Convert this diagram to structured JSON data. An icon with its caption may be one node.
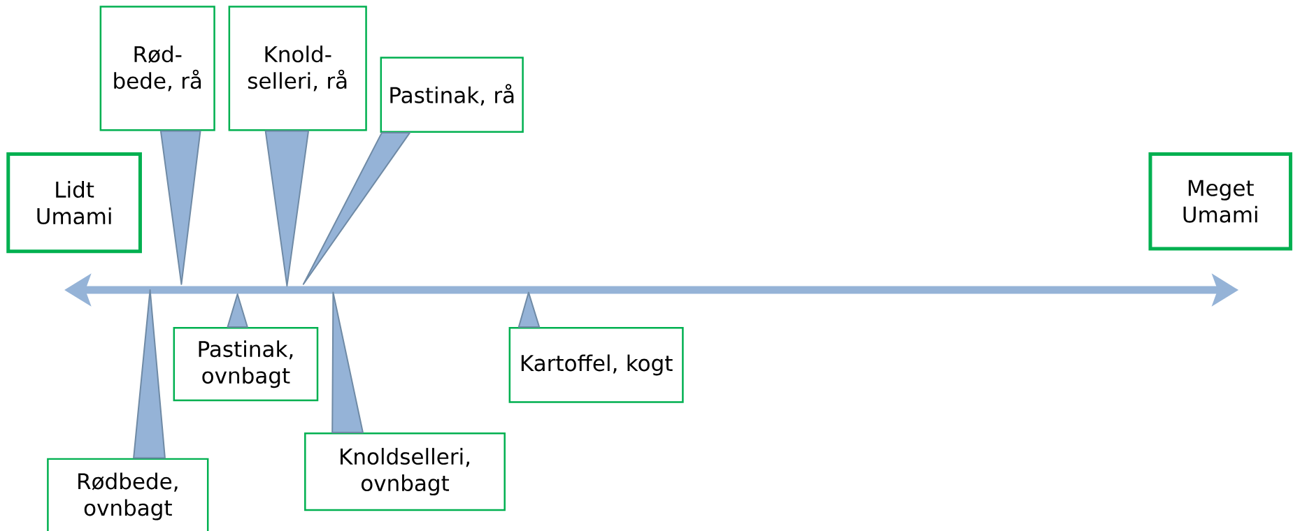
{
  "diagram": {
    "nodes": [
      {
        "text": [
          "Rød- bede, rå"
        ]
      },
      {
        "text": [
          "Knold- selleri, rå"
        ]
      },
      {
        "text": [
          "Pastinak, rå"
        ]
      },
      {
        "text": [
          "Lidt Umami"
        ]
      },
      {
        "text": [
          "Meget Umami"
        ]
      },
      {
        "text": [
          "Pastinak, ovnbagt"
        ]
      },
      {
        "text": [
          "Kartoffel, kogt"
        ]
      },
      {
        "text": [
          "Knoldselleri, ovnbagt"
        ]
      },
      {
        "text": [
          "Rødbede, ovnbagt"
        ]
      }
    ],
    "edges": [
      {
        "from": 0,
        "to": null,
        "arrow": "to"
      },
      {
        "from": 1,
        "to": null,
        "arrow": "to"
      },
      {
        "from": 2,
        "to": null,
        "arrow": "to"
      },
      {
        "from": 5,
        "to": null,
        "arrow": "to"
      },
      {
        "from": 6,
        "to": null,
        "arrow": "to"
      },
      {
        "from": 7,
        "to": null,
        "arrow": "to"
      },
      {
        "from": 8,
        "to": null,
        "arrow": "to"
      }
    ]
  }
}
